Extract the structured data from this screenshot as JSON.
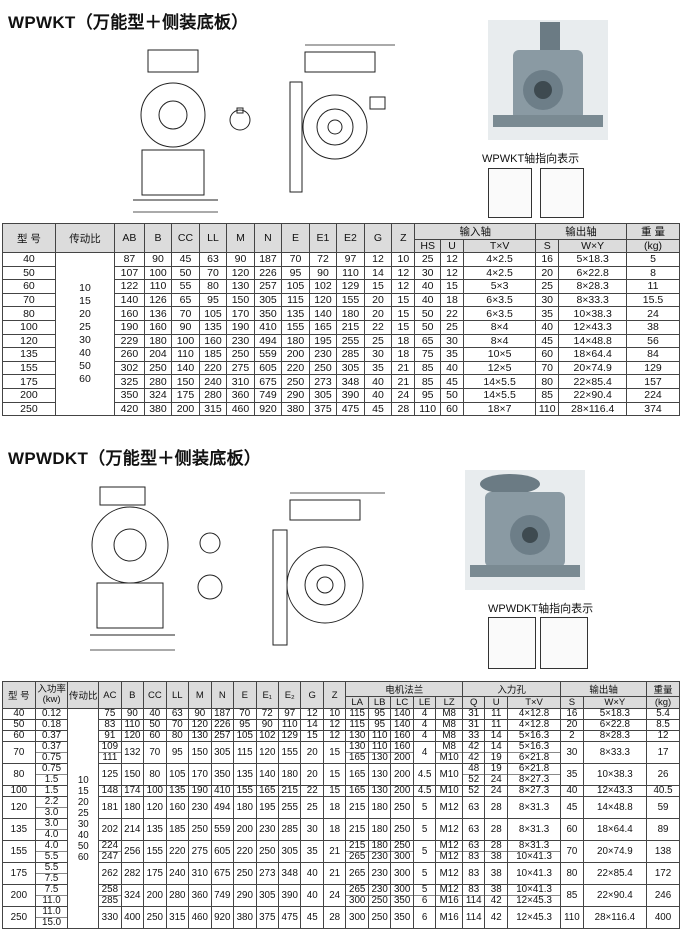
{
  "section1": {
    "title": "WPWKT（万能型＋侧装底板）",
    "photo_caption": "WPWKT轴指向表示",
    "headers": {
      "model": "型 号",
      "ratio": "传动比",
      "dims": [
        "AB",
        "B",
        "CC",
        "LL",
        "M",
        "N",
        "E",
        "E1",
        "E2",
        "G",
        "Z"
      ],
      "input_group": "输入轴",
      "input_cols": [
        "HS",
        "U",
        "T×V"
      ],
      "output_group": "输出轴",
      "output_cols": [
        "S",
        "W×Y"
      ],
      "weight": "重 量",
      "weight_unit": "(kg)"
    },
    "ratios": [
      "10",
      "15",
      "20",
      "25",
      "30",
      "40",
      "50",
      "60"
    ],
    "rows": [
      [
        "40",
        "87",
        "90",
        "45",
        "63",
        "90",
        "187",
        "70",
        "72",
        "97",
        "12",
        "10",
        "25",
        "12",
        "4×2.5",
        "16",
        "5×18.3",
        "5"
      ],
      [
        "50",
        "107",
        "100",
        "50",
        "70",
        "120",
        "226",
        "95",
        "90",
        "110",
        "14",
        "12",
        "30",
        "12",
        "4×2.5",
        "20",
        "6×22.8",
        "8"
      ],
      [
        "60",
        "122",
        "110",
        "55",
        "80",
        "130",
        "257",
        "105",
        "102",
        "129",
        "15",
        "12",
        "40",
        "15",
        "5×3",
        "25",
        "8×28.3",
        "11"
      ],
      [
        "70",
        "140",
        "126",
        "65",
        "95",
        "150",
        "305",
        "115",
        "120",
        "155",
        "20",
        "15",
        "40",
        "18",
        "6×3.5",
        "30",
        "8×33.3",
        "15.5"
      ],
      [
        "80",
        "160",
        "136",
        "70",
        "105",
        "170",
        "350",
        "135",
        "140",
        "180",
        "20",
        "15",
        "50",
        "22",
        "6×3.5",
        "35",
        "10×38.3",
        "24"
      ],
      [
        "100",
        "190",
        "160",
        "90",
        "135",
        "190",
        "410",
        "155",
        "165",
        "215",
        "22",
        "15",
        "50",
        "25",
        "8×4",
        "40",
        "12×43.3",
        "38"
      ],
      [
        "120",
        "229",
        "180",
        "100",
        "160",
        "230",
        "494",
        "180",
        "195",
        "255",
        "25",
        "18",
        "65",
        "30",
        "8×4",
        "45",
        "14×48.8",
        "56"
      ],
      [
        "135",
        "260",
        "204",
        "110",
        "185",
        "250",
        "559",
        "200",
        "230",
        "285",
        "30",
        "18",
        "75",
        "35",
        "10×5",
        "60",
        "18×64.4",
        "84"
      ],
      [
        "155",
        "302",
        "250",
        "140",
        "220",
        "275",
        "605",
        "220",
        "250",
        "305",
        "35",
        "21",
        "85",
        "40",
        "12×5",
        "70",
        "20×74.9",
        "129"
      ],
      [
        "175",
        "325",
        "280",
        "150",
        "240",
        "310",
        "675",
        "250",
        "273",
        "348",
        "40",
        "21",
        "85",
        "45",
        "14×5.5",
        "80",
        "22×85.4",
        "157"
      ],
      [
        "200",
        "350",
        "324",
        "175",
        "280",
        "360",
        "749",
        "290",
        "305",
        "390",
        "40",
        "24",
        "95",
        "50",
        "14×5.5",
        "85",
        "22×90.4",
        "224"
      ],
      [
        "250",
        "420",
        "380",
        "200",
        "315",
        "460",
        "920",
        "380",
        "375",
        "475",
        "45",
        "28",
        "110",
        "60",
        "18×7",
        "110",
        "28×116.4",
        "374"
      ]
    ]
  },
  "section2": {
    "title": "WPWDKT（万能型＋侧装底板）",
    "photo_caption": "WPWDKT轴指向表示",
    "headers": {
      "model": "型 号",
      "power": "入功率",
      "power_unit": "(kw)",
      "ratio": "传动比",
      "dims": [
        "AC",
        "B",
        "CC",
        "LL",
        "M",
        "N",
        "E",
        "E₁",
        "E₂",
        "G",
        "Z"
      ],
      "flange_group": "电机法兰",
      "flange_cols": [
        "LA",
        "LB",
        "LC",
        "LE",
        "LZ"
      ],
      "input_group": "入力孔",
      "input_cols": [
        "Q",
        "U",
        "T×V"
      ],
      "output_group": "输出轴",
      "output_cols": [
        "S",
        "W×Y"
      ],
      "weight": "重量",
      "weight_unit": "(kg)"
    },
    "ratios": [
      "10",
      "15",
      "20",
      "25",
      "30",
      "40",
      "50",
      "60"
    ],
    "rows": [
      {
        "model": "40",
        "kw": [
          "0.12"
        ],
        "dims": [
          "75",
          "90",
          "40",
          "63",
          "90",
          "187",
          "70",
          "72",
          "97",
          "12",
          "10"
        ],
        "la": [
          "115"
        ],
        "lb": [
          "95"
        ],
        "lc": [
          "140"
        ],
        "le": "4",
        "lz": [
          "M8"
        ],
        "q": [
          "31"
        ],
        "u": [
          "11"
        ],
        "tv": [
          "4×12.8"
        ],
        "s": "16",
        "wy": "5×18.3",
        "wt": "5.4"
      },
      {
        "model": "50",
        "kw": [
          "0.18"
        ],
        "dims": [
          "83",
          "110",
          "50",
          "70",
          "120",
          "226",
          "95",
          "90",
          "110",
          "14",
          "12"
        ],
        "la": [
          "115"
        ],
        "lb": [
          "95"
        ],
        "lc": [
          "140"
        ],
        "le": "4",
        "lz": [
          "M8"
        ],
        "q": [
          "31"
        ],
        "u": [
          "11"
        ],
        "tv": [
          "4×12.8"
        ],
        "s": "20",
        "wy": "6×22.8",
        "wt": "8.5"
      },
      {
        "model": "60",
        "kw": [
          "0.37"
        ],
        "dims": [
          "91",
          "120",
          "60",
          "80",
          "130",
          "257",
          "105",
          "102",
          "129",
          "15",
          "12"
        ],
        "la": [
          "130"
        ],
        "lb": [
          "110"
        ],
        "lc": [
          "160"
        ],
        "le": "4",
        "lz": [
          "M8"
        ],
        "q": [
          "33"
        ],
        "u": [
          "14"
        ],
        "tv": [
          "5×16.3"
        ],
        "s": "2",
        "wy": "8×28.3",
        "wt": "12"
      },
      {
        "model": "70",
        "kw": [
          "0.37",
          "0.75"
        ],
        "dims": [
          "109|111",
          "132",
          "70",
          "95",
          "150",
          "305",
          "115",
          "120",
          "155",
          "20",
          "15"
        ],
        "la": [
          "130",
          "165"
        ],
        "lb": [
          "110",
          "130"
        ],
        "lc": [
          "160",
          "200"
        ],
        "le": "4",
        "lz": [
          "M8",
          "M10"
        ],
        "q": [
          "42",
          "42"
        ],
        "u": [
          "14",
          "19"
        ],
        "tv": [
          "5×16.3",
          "6×21.8"
        ],
        "s": "30",
        "wy": "8×33.3",
        "wt": "17"
      },
      {
        "model": "80",
        "kw": [
          "0.75",
          "1.5"
        ],
        "dims": [
          "125",
          "150",
          "80",
          "105",
          "170",
          "350",
          "135",
          "140",
          "180",
          "20",
          "15"
        ],
        "la": [
          "165"
        ],
        "lb": [
          "130"
        ],
        "lc": [
          "200"
        ],
        "le": "4.5",
        "lz": [
          "M10"
        ],
        "q": [
          "48",
          "52"
        ],
        "u": [
          "19",
          "24"
        ],
        "tv": [
          "6×21.8",
          "8×27.3"
        ],
        "s": "35",
        "wy": "10×38.3",
        "wt": "26"
      },
      {
        "model": "100",
        "kw": [
          "1.5"
        ],
        "dims": [
          "148",
          "174",
          "100",
          "135",
          "190",
          "410",
          "155",
          "165",
          "215",
          "22",
          "15"
        ],
        "la": [
          "165"
        ],
        "lb": [
          "130"
        ],
        "lc": [
          "200"
        ],
        "le": "4.5",
        "lz": [
          "M10"
        ],
        "q": [
          "52"
        ],
        "u": [
          "24"
        ],
        "tv": [
          "8×27.3"
        ],
        "s": "40",
        "wy": "12×43.3",
        "wt": "40.5"
      },
      {
        "model": "120",
        "kw": [
          "2.2",
          "3.0"
        ],
        "dims": [
          "181",
          "180",
          "120",
          "160",
          "230",
          "494",
          "180",
          "195",
          "255",
          "25",
          "18"
        ],
        "la": [
          "215"
        ],
        "lb": [
          "180"
        ],
        "lc": [
          "250"
        ],
        "le": "5",
        "lz": [
          "M12"
        ],
        "q": [
          "63"
        ],
        "u": [
          "28"
        ],
        "tv": [
          "8×31.3"
        ],
        "s": "45",
        "wy": "14×48.8",
        "wt": "59"
      },
      {
        "model": "135",
        "kw": [
          "3.0",
          "4.0"
        ],
        "dims": [
          "202",
          "214",
          "135",
          "185",
          "250",
          "559",
          "200",
          "230",
          "285",
          "30",
          "18"
        ],
        "la": [
          "215"
        ],
        "lb": [
          "180"
        ],
        "lc": [
          "250"
        ],
        "le": "5",
        "lz": [
          "M12"
        ],
        "q": [
          "63"
        ],
        "u": [
          "28"
        ],
        "tv": [
          "8×31.3"
        ],
        "s": "60",
        "wy": "18×64.4",
        "wt": "89"
      },
      {
        "model": "155",
        "kw": [
          "4.0",
          "5.5"
        ],
        "dims": [
          "224|247",
          "256",
          "155",
          "220",
          "275",
          "605",
          "220",
          "250",
          "305",
          "35",
          "21"
        ],
        "la": [
          "215",
          "265"
        ],
        "lb": [
          "180",
          "230"
        ],
        "lc": [
          "250",
          "300"
        ],
        "le": "5",
        "lz": [
          "M12",
          "M12"
        ],
        "q": [
          "63",
          "83"
        ],
        "u": [
          "28",
          "38"
        ],
        "tv": [
          "8×31.3",
          "10×41.3"
        ],
        "s": "70",
        "wy": "20×74.9",
        "wt": "138"
      },
      {
        "model": "175",
        "kw": [
          "5.5",
          "7.5"
        ],
        "dims": [
          "262",
          "282",
          "175",
          "240",
          "310",
          "675",
          "250",
          "273",
          "348",
          "40",
          "21"
        ],
        "la": [
          "265"
        ],
        "lb": [
          "230"
        ],
        "lc": [
          "300"
        ],
        "le": "5",
        "lz": [
          "M12"
        ],
        "q": [
          "83"
        ],
        "u": [
          "38"
        ],
        "tv": [
          "10×41.3"
        ],
        "s": "80",
        "wy": "22×85.4",
        "wt": "172"
      },
      {
        "model": "200",
        "kw": [
          "7.5",
          "11.0"
        ],
        "dims": [
          "258|285",
          "324",
          "200",
          "280",
          "360",
          "749",
          "290",
          "305",
          "390",
          "40",
          "24"
        ],
        "la": [
          "265",
          "300"
        ],
        "lb": [
          "230",
          "250"
        ],
        "lc": [
          "300",
          "350"
        ],
        "le": "5|6",
        "lz": [
          "M12",
          "M16"
        ],
        "q": [
          "83",
          "114"
        ],
        "u": [
          "38",
          "42"
        ],
        "tv": [
          "10×41.3",
          "12×45.3"
        ],
        "s": "85",
        "wy": "22×90.4",
        "wt": "246"
      },
      {
        "model": "250",
        "kw": [
          "11.0",
          "15.0"
        ],
        "dims": [
          "330",
          "400",
          "250",
          "315",
          "460",
          "920",
          "380",
          "375",
          "475",
          "45",
          "28"
        ],
        "la": [
          "300"
        ],
        "lb": [
          "250"
        ],
        "lc": [
          "350"
        ],
        "le": "6",
        "lz": [
          "M16"
        ],
        "q": [
          "114"
        ],
        "u": [
          "42"
        ],
        "tv": [
          "12×45.3"
        ],
        "s": "110",
        "wy": "28×116.4",
        "wt": "400"
      }
    ]
  }
}
